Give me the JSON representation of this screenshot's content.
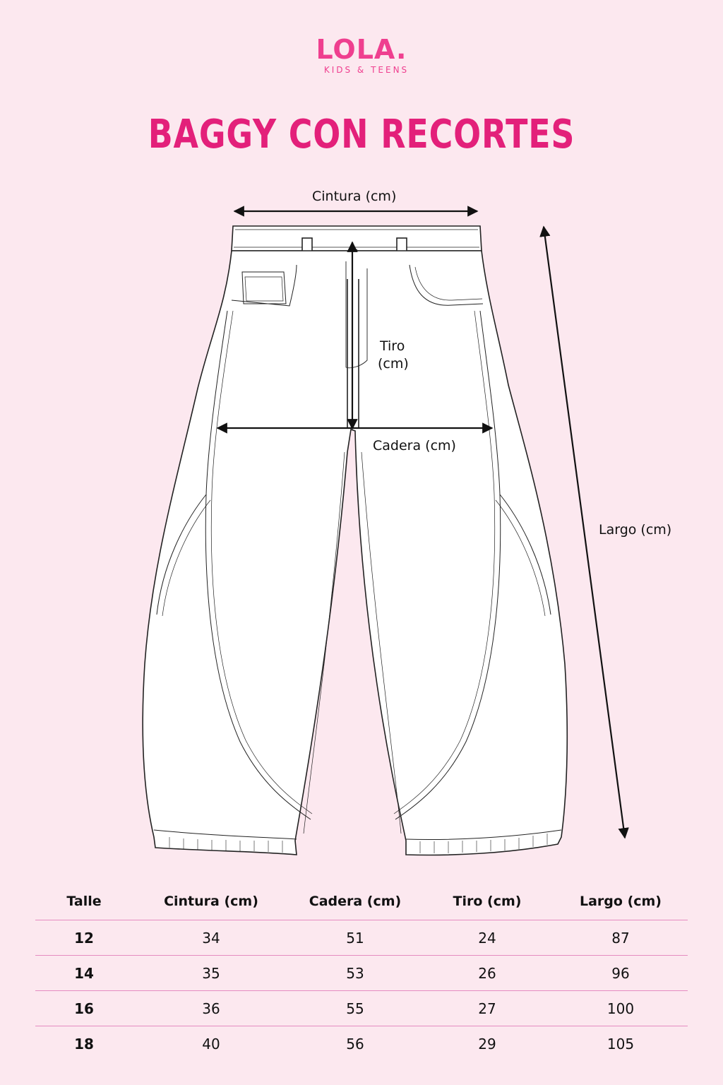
{
  "brand": {
    "name": "LOLA.",
    "tagline": "KIDS & TEENS",
    "color": "#ef3f8f"
  },
  "title": "BAGGY CON RECORTES",
  "title_color": "#e3207a",
  "diagram": {
    "labels": {
      "cintura": "Cintura (cm)",
      "tiro_line1": "Tiro",
      "tiro_line2": "(cm)",
      "cadera": "Cadera (cm)",
      "largo": "Largo (cm)"
    }
  },
  "table": {
    "headers": [
      "Talle",
      "Cintura (cm)",
      "Cadera (cm)",
      "Tiro (cm)",
      "Largo (cm)"
    ],
    "rows": [
      [
        "12",
        "34",
        "51",
        "24",
        "87"
      ],
      [
        "14",
        "35",
        "53",
        "26",
        "96"
      ],
      [
        "16",
        "36",
        "55",
        "27",
        "100"
      ],
      [
        "18",
        "40",
        "56",
        "29",
        "105"
      ]
    ],
    "divider_color": "#e58bc0"
  },
  "background_color": "#fce8ef"
}
